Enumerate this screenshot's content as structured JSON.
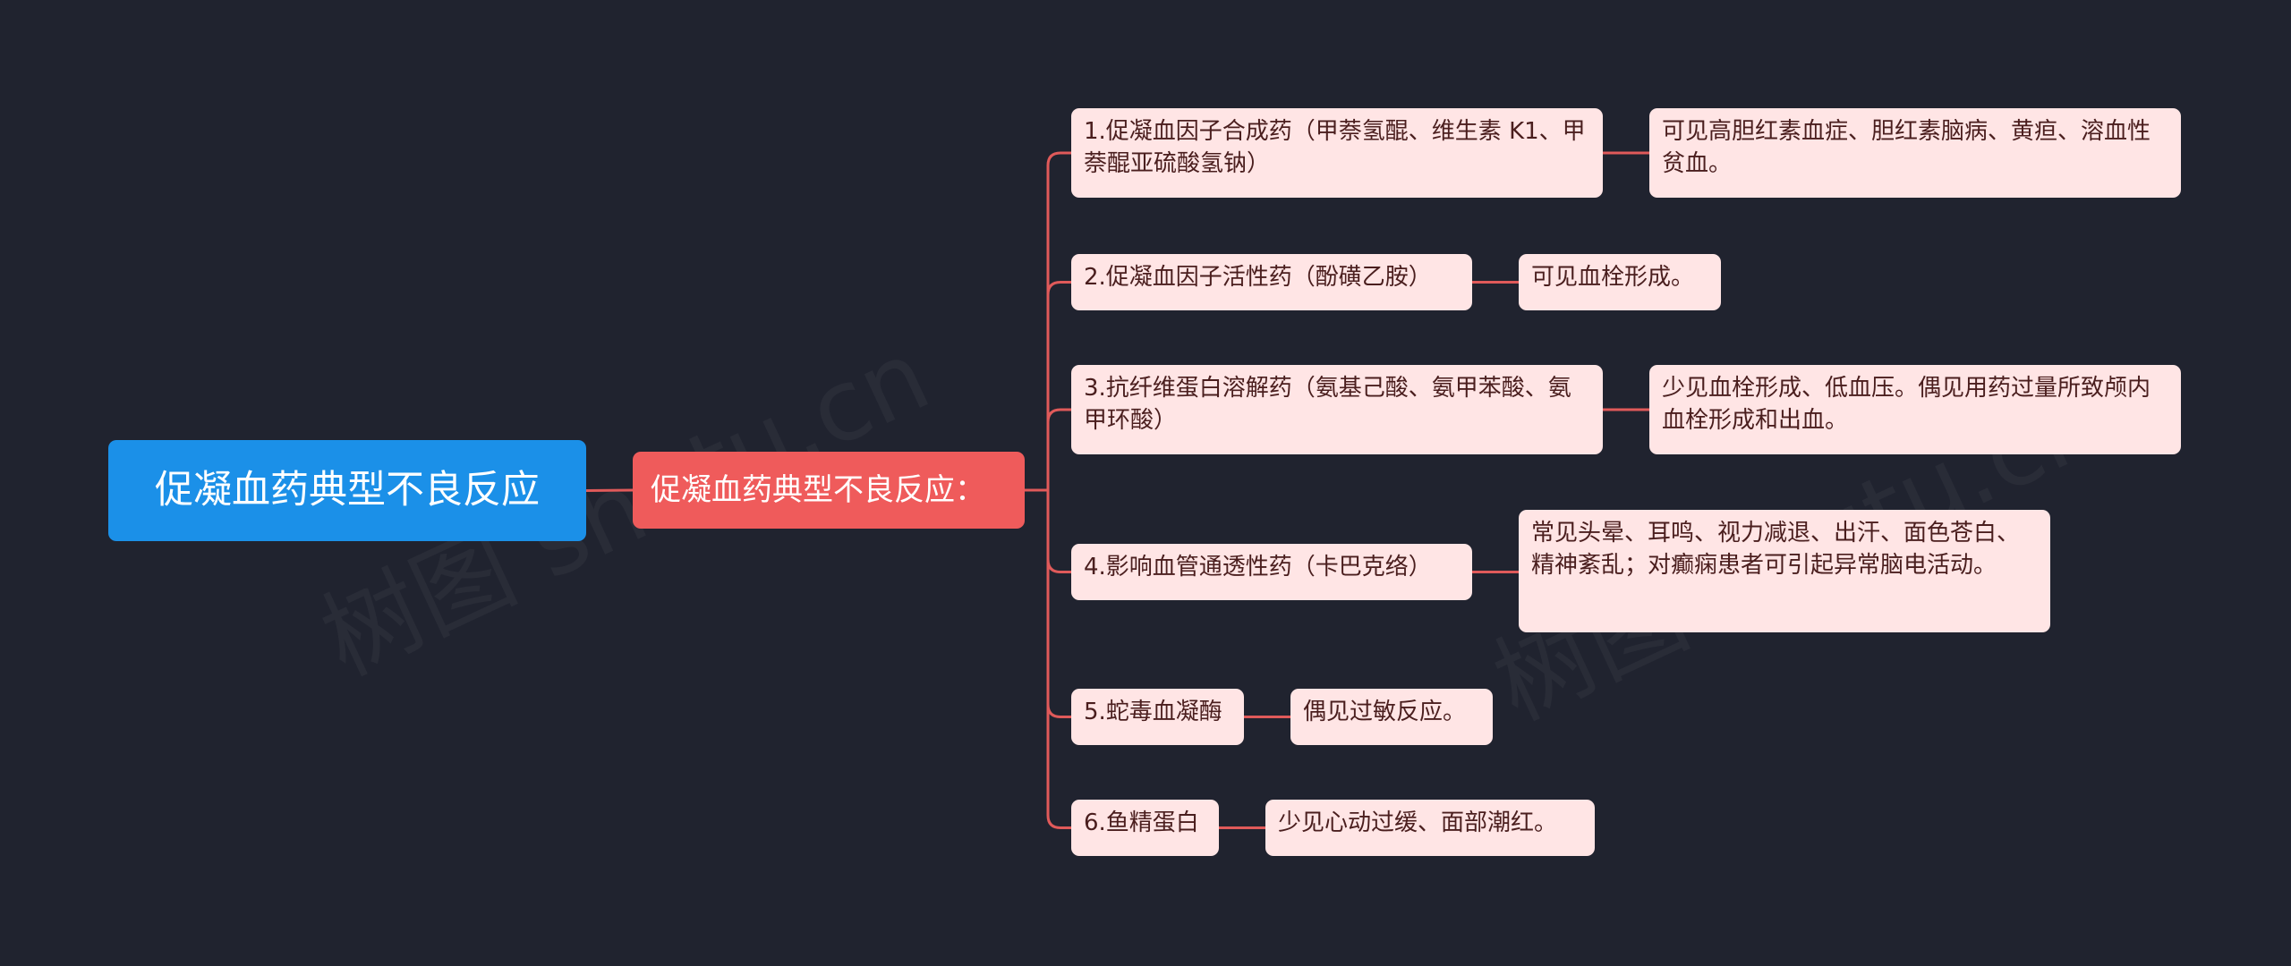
{
  "watermark": "树图 shutu.cn",
  "colors": {
    "background": "#20232f",
    "root": "#1b90e8",
    "mid": "#ef5b5b",
    "leaf": "#ffe5e5",
    "connector": "#e05a5a"
  },
  "root": {
    "label": "促凝血药典型不良反应"
  },
  "mid": {
    "label": "促凝血药典型不良反应："
  },
  "branches": [
    {
      "drug": "1.促凝血因子合成药（甲萘氢醌、维生素 K1、甲萘醌亚硫酸氢钠）",
      "effect": "可见高胆红素血症、胆红素脑病、黄疸、溶血性贫血。"
    },
    {
      "drug": "2.促凝血因子活性药（酚磺乙胺）",
      "effect": "可见血栓形成。"
    },
    {
      "drug": "3.抗纤维蛋白溶解药（氨基己酸、氨甲苯酸、氨甲环酸）",
      "effect": "少见血栓形成、低血压。偶见用药过量所致颅内血栓形成和出血。"
    },
    {
      "drug": "4.影响血管通透性药（卡巴克络）",
      "effect": "常见头晕、耳鸣、视力减退、出汗、面色苍白、精神紊乱；对癫痫患者可引起异常脑电活动。"
    },
    {
      "drug": "5.蛇毒血凝酶",
      "effect": "偶见过敏反应。"
    },
    {
      "drug": "6.鱼精蛋白",
      "effect": "少见心动过缓、面部潮红。"
    }
  ]
}
